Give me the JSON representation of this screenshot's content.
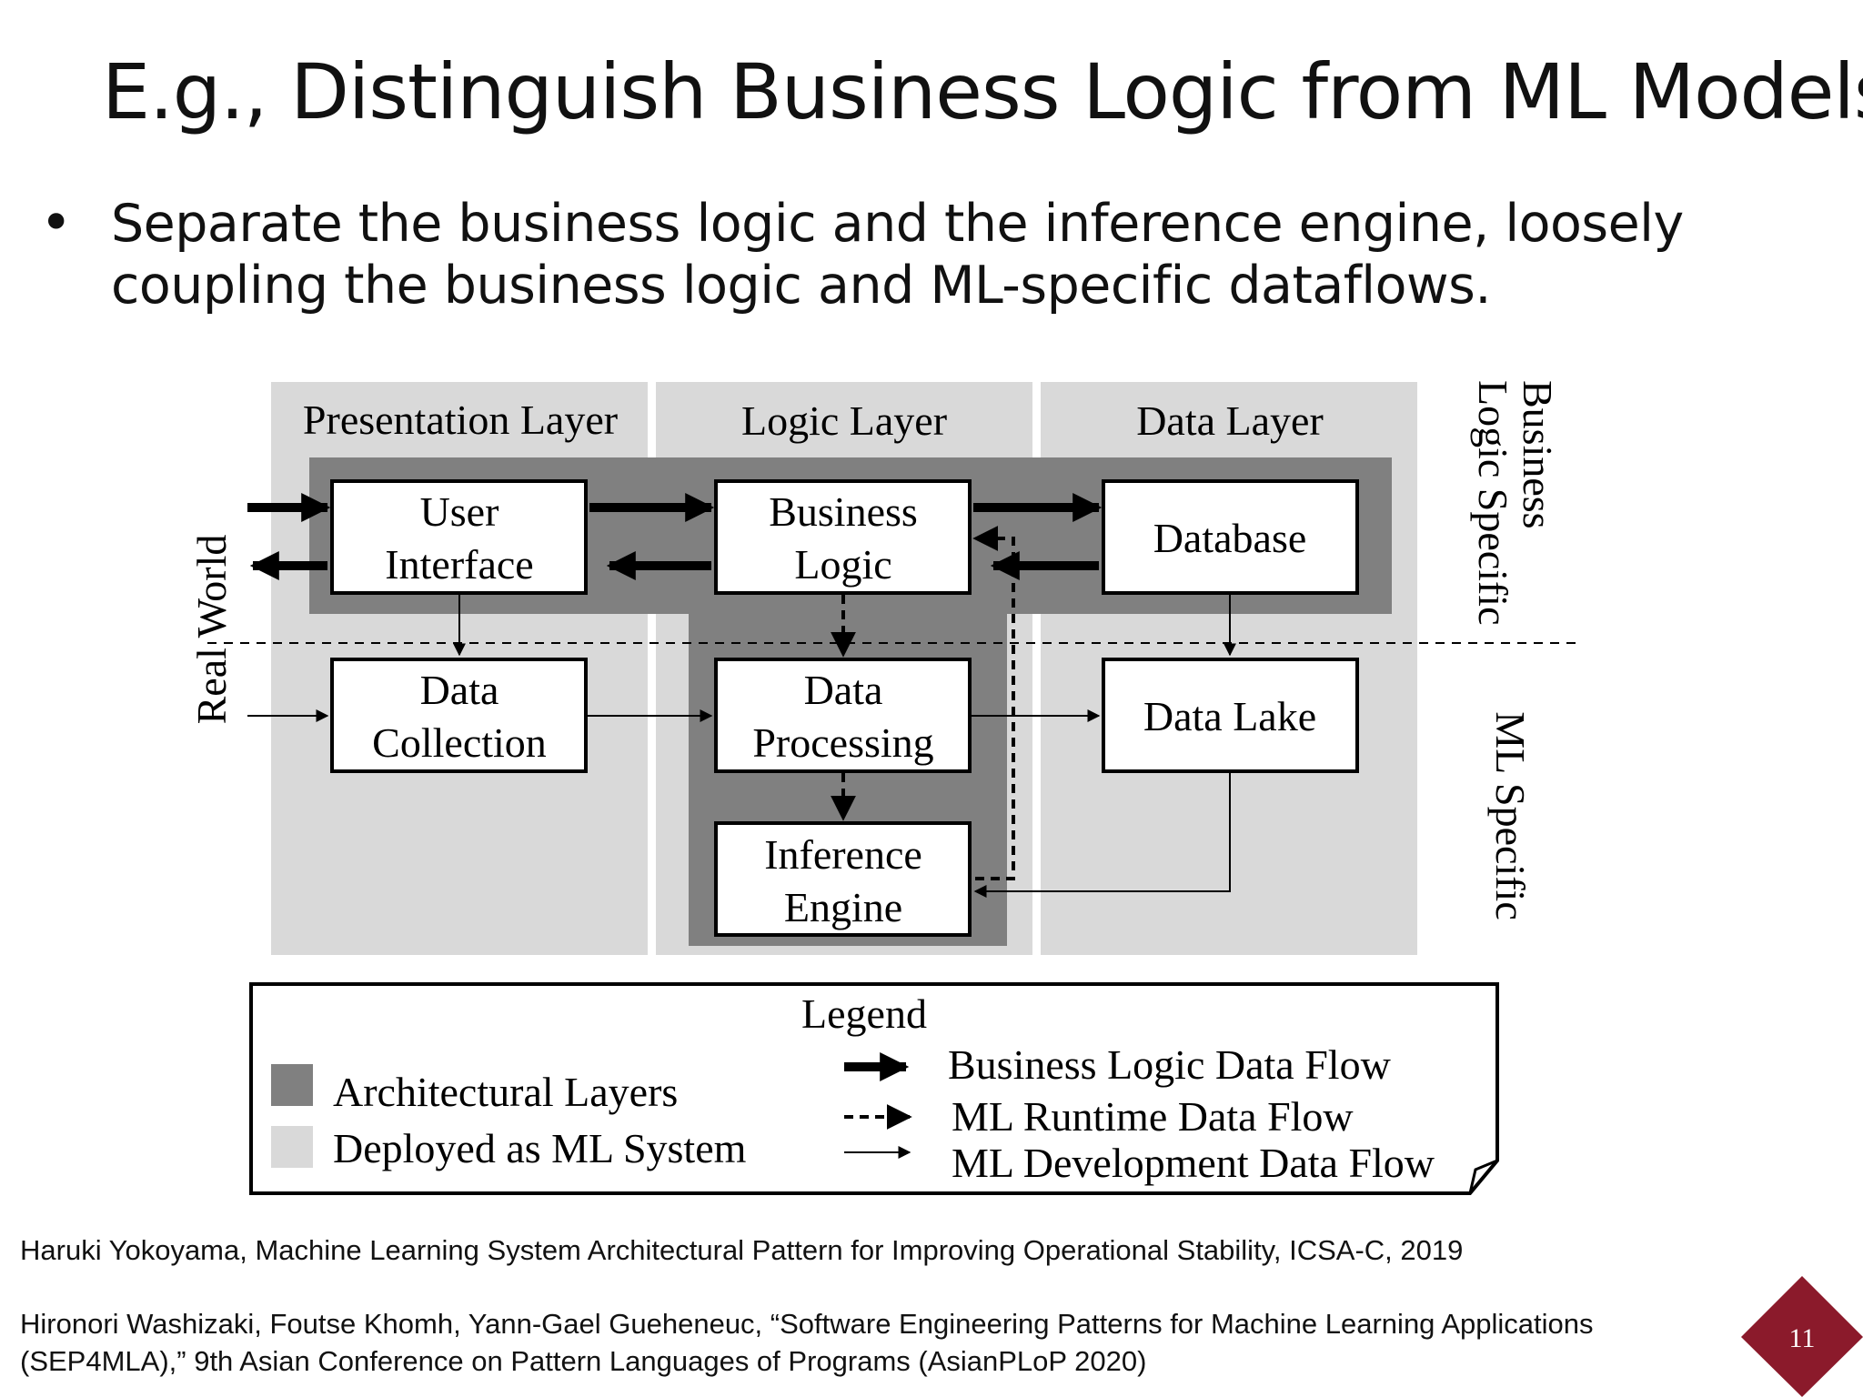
{
  "title": "E.g., Distinguish Business Logic from ML Models",
  "bullet": "Separate the business logic and the inference engine, loosely coupling the business logic and ML-specific dataflows.",
  "diagram": {
    "layers": {
      "presentation": "Presentation Layer",
      "logic": "Logic Layer",
      "data": "Data Layer"
    },
    "side_labels": {
      "real_world": "Real World",
      "business_specific_line1": "Business",
      "business_specific_line2": "Logic Specific",
      "ml_specific": "ML Specific"
    },
    "boxes": {
      "user_interface": [
        "User",
        "Interface"
      ],
      "business_logic": [
        "Business",
        "Logic"
      ],
      "database": [
        "Database"
      ],
      "data_collection": [
        "Data",
        "Collection"
      ],
      "data_processing": [
        "Data",
        "Processing"
      ],
      "data_lake": [
        "Data Lake"
      ],
      "inference_engine": [
        "Inference",
        "Engine"
      ]
    },
    "legend": {
      "heading": "Legend",
      "architectural_layers": "Architectural Layers",
      "deployed_ml": "Deployed as ML System",
      "business_flow": "Business Logic Data Flow",
      "ml_runtime_flow": "ML Runtime Data Flow",
      "ml_dev_flow": "ML Development Data Flow"
    }
  },
  "references": [
    "Haruki Yokoyama, Machine Learning System Architectural Pattern for Improving Operational Stability, ICSA-C, 2019",
    "Hironori Washizaki, Foutse Khomh, Yann-Gael Gueheneuc, “Software Engineering Patterns for Machine Learning Applications (SEP4MLA),” 9th Asian Conference on Pattern Languages of Programs (AsianPLoP 2020)"
  ],
  "page_number": "11",
  "colors": {
    "deployed_ml": "#d9d9d9",
    "architectural_layers": "#808080",
    "badge": "#8b1a2b"
  }
}
